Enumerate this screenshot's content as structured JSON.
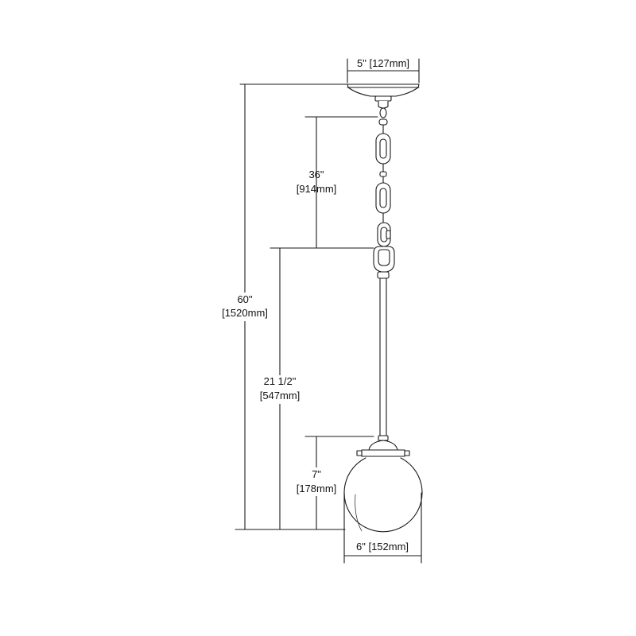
{
  "colors": {
    "line": "#1a1a1a",
    "background": "#ffffff"
  },
  "dimensions": {
    "canopy_width": {
      "imperial": "5\"",
      "metric": "[127mm]"
    },
    "chain_length": {
      "imperial": "36\"",
      "metric": "[914mm]"
    },
    "overall_height": {
      "imperial": "60\"",
      "metric": "[1520mm]"
    },
    "rod_to_globe_height": {
      "imperial": "21 1/2\"",
      "metric": "[547mm]"
    },
    "globe_height": {
      "imperial": "7\"",
      "metric": "[178mm]"
    },
    "globe_width": {
      "imperial": "6\"",
      "metric": "[152mm]"
    }
  }
}
